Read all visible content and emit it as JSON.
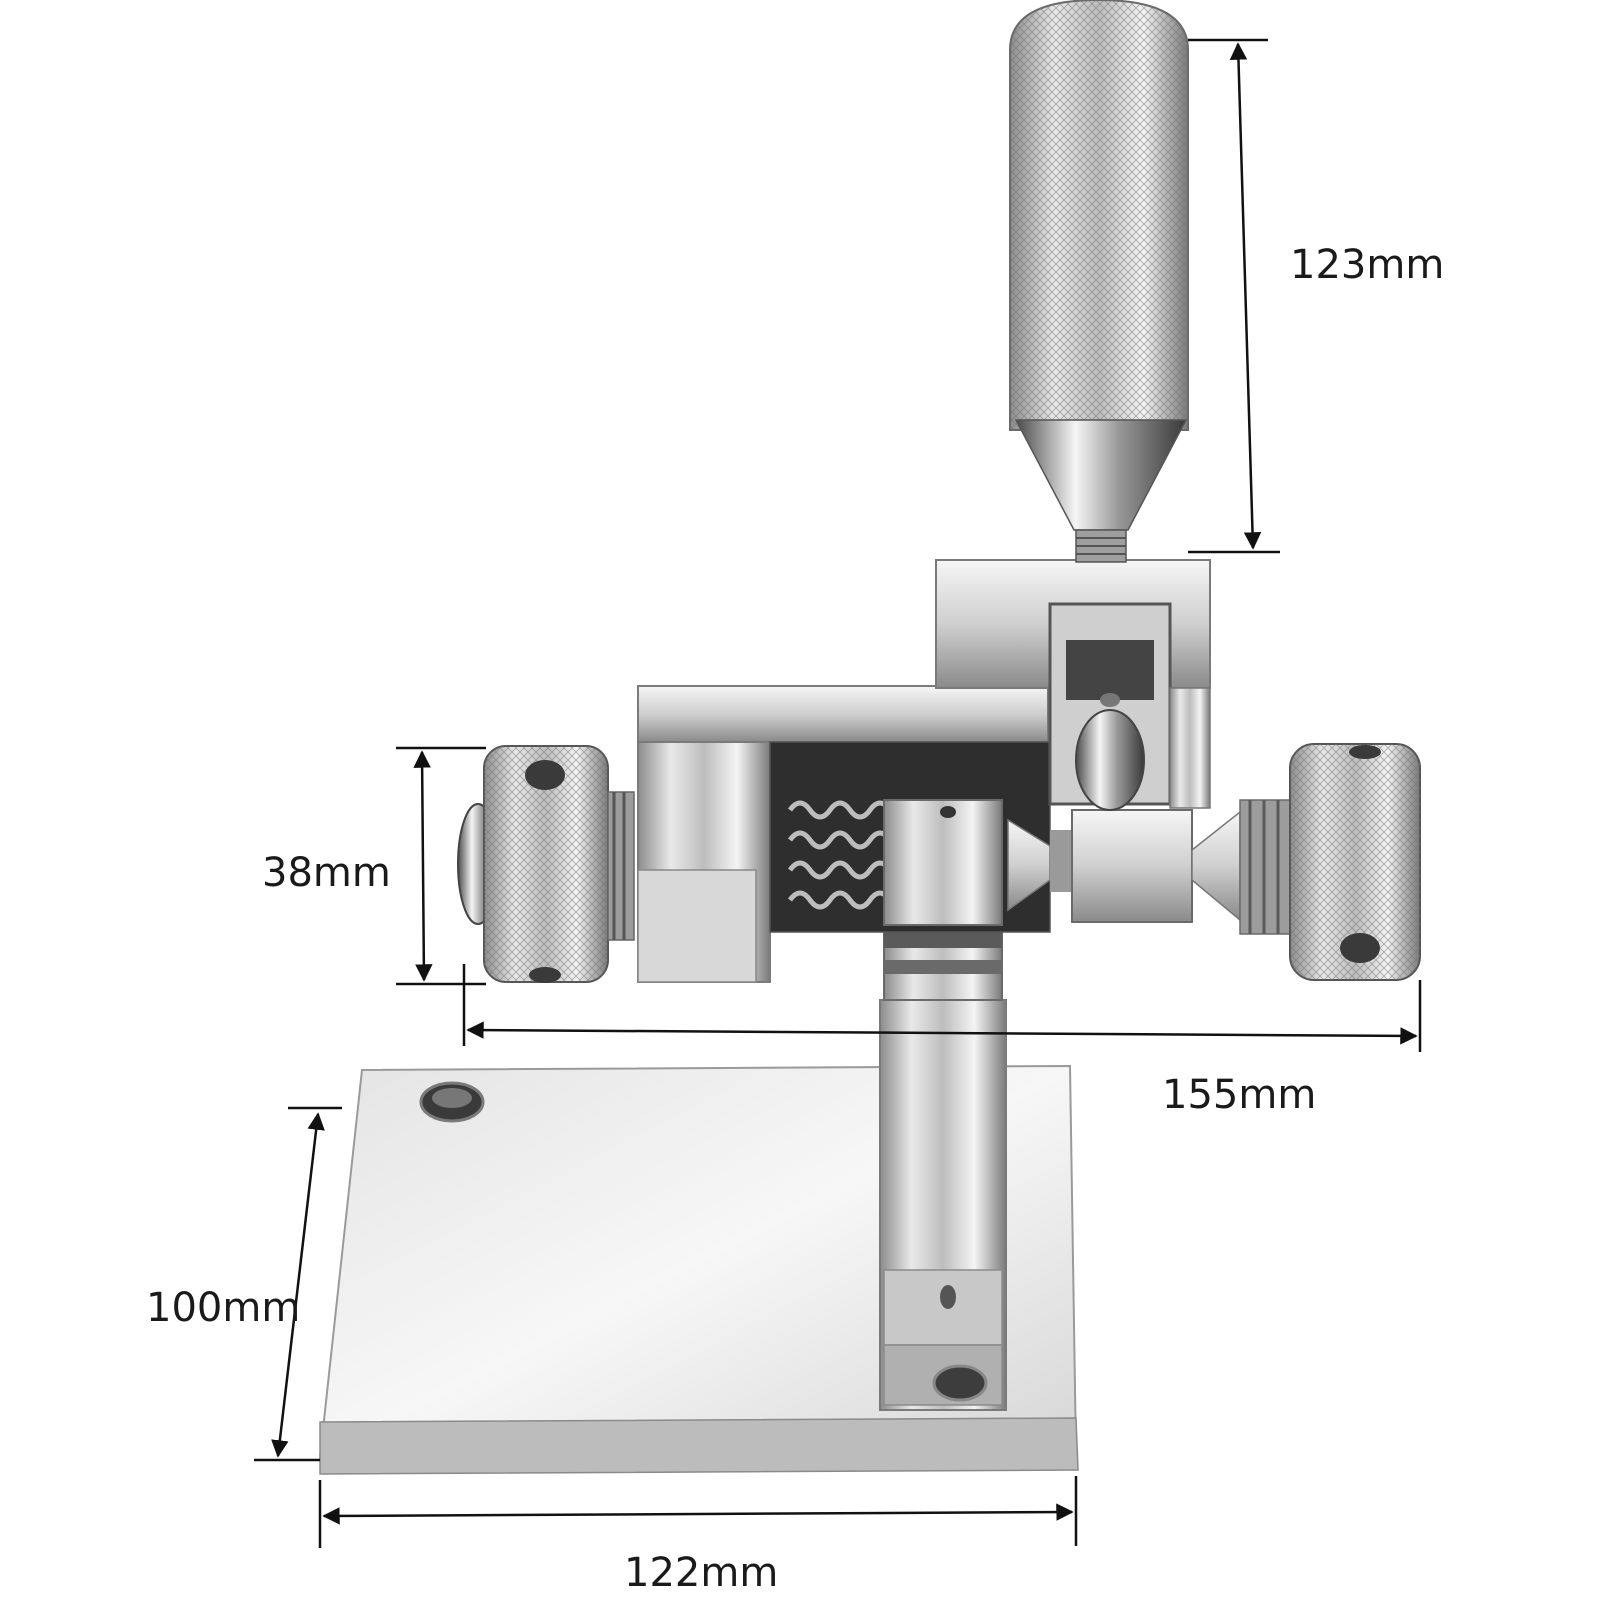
{
  "dimensions": {
    "handle_height": "123mm",
    "knob_diameter": "38mm",
    "overall_width": "155mm",
    "base_depth": "100mm",
    "base_width": "122mm"
  },
  "colors": {
    "background": "#ffffff",
    "steel_light": "#f2f2f2",
    "steel_mid": "#bdbdbd",
    "steel_dark": "#4a4a4a",
    "dimension_line": "#111111"
  }
}
